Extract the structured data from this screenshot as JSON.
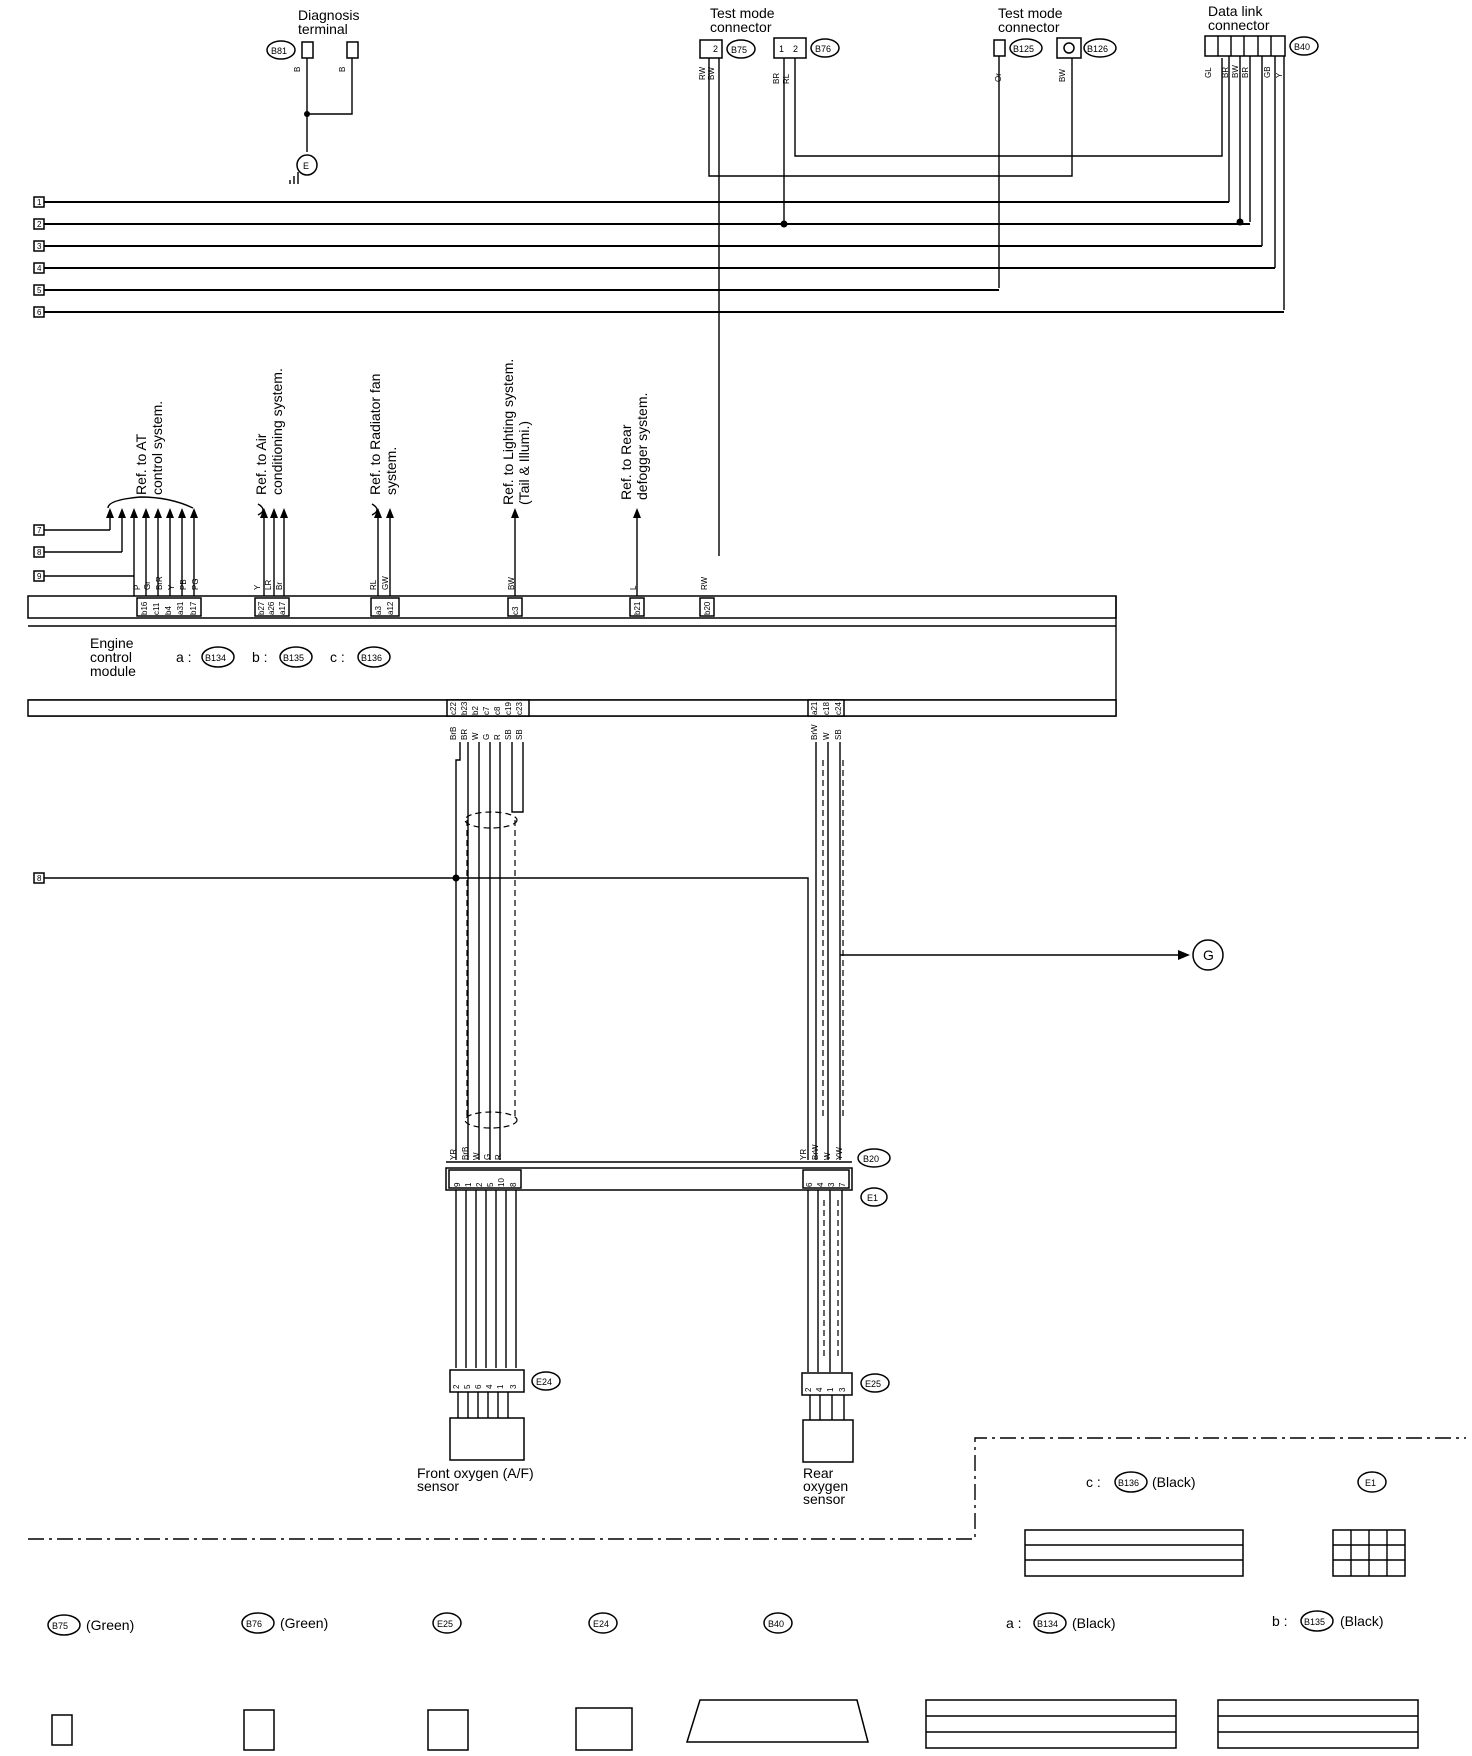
{
  "diagnosis_terminal": {
    "label_line1": "Diagnosis",
    "label_line2": "terminal",
    "connector": "B81",
    "wire1": "B",
    "wire2": "B",
    "ground": "E"
  },
  "test_mode_1": {
    "label_line1": "Test mode",
    "label_line2": "connector",
    "connector_a": "B75",
    "connector_b": "B76",
    "wire_a1": "RW",
    "wire_a2": "BW",
    "wire_b1": "BR",
    "wire_b2": "RL",
    "pin_a": "2",
    "pin_b1": "1",
    "pin_b2": "2"
  },
  "test_mode_2": {
    "label_line1": "Test mode",
    "label_line2": "connector",
    "connector_a": "B125",
    "connector_b": "B126",
    "wire_a": "Or",
    "wire_b": "BW"
  },
  "data_link": {
    "label_line1": "Data link",
    "label_line2": "connector",
    "connector": "B40",
    "wires": [
      "GL",
      "BR",
      "BW",
      "BR",
      "GB",
      "Y"
    ]
  },
  "bus_numbers": [
    "1",
    "2",
    "3",
    "4",
    "5",
    "6"
  ],
  "left_numbers": [
    "7",
    "8",
    "9"
  ],
  "marker_8": "8",
  "refs": [
    {
      "line1": "Ref. to AT",
      "line2": "control system."
    },
    {
      "line1": "Ref. to Air",
      "line2": "conditioning system."
    },
    {
      "line1": "Ref. to Radiator fan",
      "line2": "system."
    },
    {
      "line1": "Ref. to Lighting system.",
      "line2": "(Tail & Illumi.)"
    },
    {
      "line1": "Ref. to Rear",
      "line2": "defogger system."
    }
  ],
  "top_wire_colors": [
    "P",
    "Gr",
    "BrR",
    "Y",
    "PB",
    "PG",
    "Y",
    "LR",
    "Br",
    "RL",
    "GW",
    "BW",
    "L",
    "RW"
  ],
  "top_pins": [
    "b16",
    "c11",
    "b4",
    "a31",
    "b17",
    "b27",
    "a26",
    "a17",
    "a3",
    "a12",
    "c3",
    "b21",
    "b20"
  ],
  "ecm": {
    "line1": "Engine",
    "line2": "control",
    "line3": "module",
    "a_prefix": "a :",
    "a_conn": "B134",
    "b_prefix": "b :",
    "b_conn": "B135",
    "c_prefix": "c :",
    "c_conn": "B136"
  },
  "bottom_pins_front": [
    "c22",
    "b23",
    "b2",
    "c7",
    "c8",
    "c19",
    "c23"
  ],
  "bottom_pins_rear": [
    "a21",
    "c18",
    "c24"
  ],
  "bottom_wire_colors_front": [
    "BrB",
    "BR",
    "W",
    "G",
    "R",
    "SB",
    "SB"
  ],
  "bottom_wire_colors_rear": [
    "BrW",
    "W",
    "SB"
  ],
  "junction": {
    "conn_top": "B20",
    "conn_bottom": "E1",
    "colors_front": [
      "YR",
      "BrB",
      "W",
      "G",
      "R"
    ],
    "colors_rear": [
      "YR",
      "BrW",
      "W",
      "YW"
    ],
    "pins_front": [
      "9",
      "1",
      "2",
      "5",
      "10",
      "8"
    ],
    "pins_rear": [
      "6",
      "4",
      "3",
      "7"
    ]
  },
  "front_sensor": {
    "connector": "E24",
    "line1": "Front oxygen (A/F)",
    "line2": "sensor",
    "pins": [
      "2",
      "5",
      "6",
      "4",
      "1",
      "3"
    ]
  },
  "rear_sensor": {
    "connector": "E25",
    "line1": "Rear",
    "line2": "oxygen",
    "line3": "sensor",
    "pins": [
      "2",
      "4",
      "1",
      "3"
    ]
  },
  "ground_g": "G",
  "views": {
    "c_prefix": "c :",
    "c_conn": "B136",
    "c_color": "(Black)",
    "e1": "E1",
    "b75": "B75",
    "b75_color": "(Green)",
    "b76": "B76",
    "b76_color": "(Green)",
    "e25": "E25",
    "e24": "E24",
    "b40": "B40",
    "a_prefix": "a :",
    "a_conn": "B134",
    "a_color": "(Black)",
    "b_prefix": "b :",
    "b_conn": "B135",
    "b_color": "(Black)"
  }
}
